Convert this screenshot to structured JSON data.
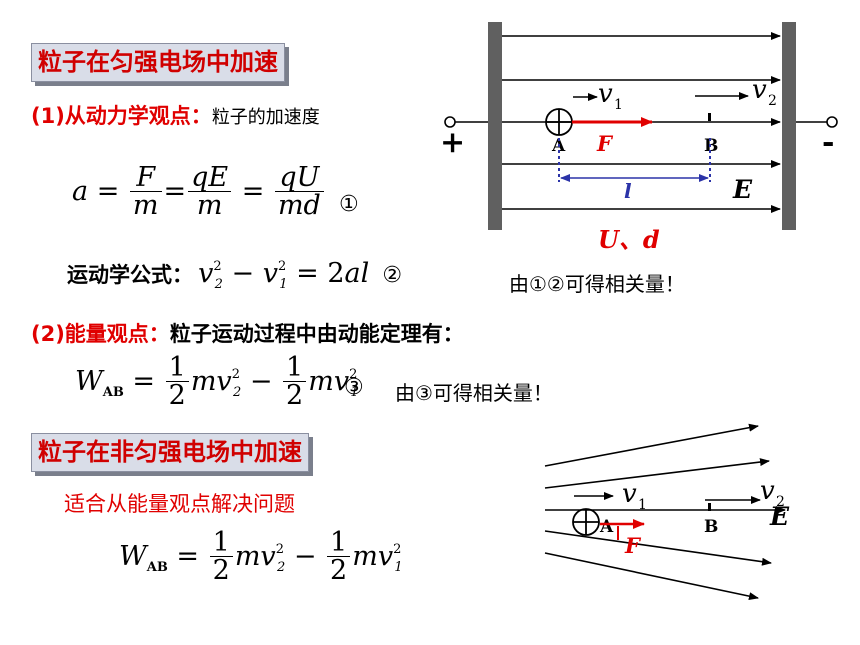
{
  "section1": {
    "title": "粒子在匀强电场中加速",
    "dynamics_prefix": "(1)从动力学观点：",
    "dynamics_note": "粒子的加速度",
    "eq1_label": "①",
    "kinematics_label": "运动学公式：",
    "eq2_label": "②",
    "eq12_note": "由①②可得相关量！",
    "energy_prefix": "(2)能量观点：",
    "energy_text": "粒子运动过程中由动能定理有：",
    "eq3_label": "③",
    "eq3_note": "由③可得相关量！"
  },
  "section2": {
    "title": "粒子在非匀强电场中加速",
    "subtitle": "适合从能量观点解决问题"
  },
  "diagram1": {
    "plus_terminal": "+",
    "minus_terminal": "-",
    "point_a": "A",
    "point_b": "B",
    "force": "F",
    "distance": "l",
    "field": "E",
    "v1": "v",
    "v1_sub": "1",
    "v2": "v",
    "v2_sub": "2",
    "caption": "U、d"
  },
  "diagram2": {
    "point_a": "A",
    "point_b": "B",
    "force": "F",
    "field": "E",
    "v1": "v",
    "v1_sub": "1",
    "v2": "v",
    "v2_sub": "2"
  },
  "colors": {
    "accent_red": "#e00000",
    "title_box": "#d9dde8",
    "plate_gray": "#606060"
  }
}
